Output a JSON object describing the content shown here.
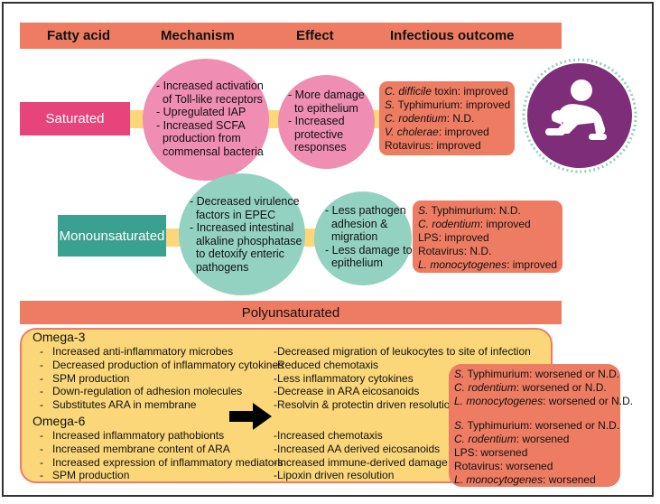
{
  "header": {
    "fatty_acid": "Fatty acid",
    "mechanism": "Mechanism",
    "effect": "Effect",
    "outcome": "Infectious outcome"
  },
  "saturated": {
    "label": "Saturated",
    "mechanism": [
      "- Increased activation",
      "  of Toll-like receptors",
      "- Upregulated IAP",
      "- Increased SCFA",
      "  production from",
      "  commensal bacteria"
    ],
    "effect": [
      "- More damage",
      "  to epithelium",
      "- Increased",
      "  protective",
      "  responses"
    ],
    "outcomes": [
      {
        "organism": "C. difficile",
        "rest": " toxin: improved",
        "italic": true
      },
      {
        "organism": "S.",
        "rest": " Typhimurium: improved",
        "italic": true
      },
      {
        "organism": "C. rodentium",
        "rest": ": N.D.",
        "italic": true
      },
      {
        "organism": "V. cholerae",
        "rest": ": improved",
        "italic": true
      },
      {
        "organism": "Rotavirus",
        "rest": ": improved",
        "italic": false
      }
    ]
  },
  "monounsaturated": {
    "label": "Monounsaturated",
    "mechanism": [
      "- Decreased virulence",
      "  factors in EPEC",
      "- Increased intestinal",
      "  alkaline phosphatase",
      "  to detoxify enteric",
      "  pathogens"
    ],
    "effect": [
      "- Less pathogen",
      "  adhesion &",
      "  migration",
      "- Less damage to",
      "  epithelium"
    ],
    "outcomes": [
      {
        "organism": "S.",
        "rest": " Typhimurium: N.D.",
        "italic": true
      },
      {
        "organism": "C. rodentium",
        "rest": ": improved",
        "italic": true
      },
      {
        "organism": "LPS",
        "rest": ": improved",
        "italic": false
      },
      {
        "organism": "Rotavirus",
        "rest": ": N.D.",
        "italic": false
      },
      {
        "organism": "L. monocytogenes",
        "rest": ": improved",
        "italic": true
      }
    ]
  },
  "polyunsaturated": {
    "label": "Polyunsaturated",
    "omega3": {
      "title": "Omega-3",
      "mechanisms": [
        "Increased anti-inflammatory microbes",
        "Decreased production of inflammatory cytokines",
        "SPM production",
        "Down-regulation of adhesion molecules",
        "Substitutes ARA in membrane"
      ],
      "effects": [
        "Decreased migration of leukocytes to site of infection",
        "Reduced chemotaxis",
        "Less inflammatory cytokines",
        "Decrease in ARA eicosanoids",
        "Resolvin & protectin driven resolution"
      ],
      "outcomes": [
        {
          "organism": "S.",
          "rest": " Typhimurium: worsened or N.D.",
          "italic": true
        },
        {
          "organism": "C. rodentium",
          "rest": ": worsened or N.D.",
          "italic": true
        },
        {
          "organism": "L. monocytogenes",
          "rest": ": worsened or N.D.",
          "italic": true
        }
      ]
    },
    "omega6": {
      "title": "Omega-6",
      "mechanisms": [
        "Increased inflammatory pathobionts",
        "Increased membrane content of ARA",
        "Increased expression of inflammatory mediators",
        "SPM production"
      ],
      "effects": [
        "Increased chemotaxis",
        "Increased AA derived eicosanoids",
        "Increased immune-derived damage",
        "Lipoxin driven resolution"
      ],
      "outcomes": [
        {
          "organism": "S.",
          "rest": " Typhimurium: worsened or N.D.",
          "italic": true
        },
        {
          "organism": "C. rodentium",
          "rest": ": worsened",
          "italic": true
        },
        {
          "organism": "LPS",
          "rest": ": worsened",
          "italic": false
        },
        {
          "organism": "Rotavirus",
          "rest": ": worsened",
          "italic": false
        },
        {
          "organism": "L. monocytogenes",
          "rest": ": worsened",
          "italic": true
        }
      ]
    }
  },
  "colors": {
    "header": "#ee7c62",
    "saturated_label": "#e6447a",
    "mono_label": "#3aa08f",
    "pink_circle": "#ef8db2",
    "teal_circle": "#93d2c1",
    "connector": "#fbd779",
    "baby_circle": "#7e2d78"
  },
  "icons": {
    "baby": "crawling-baby-icon",
    "arrow": "right-arrow-icon"
  }
}
